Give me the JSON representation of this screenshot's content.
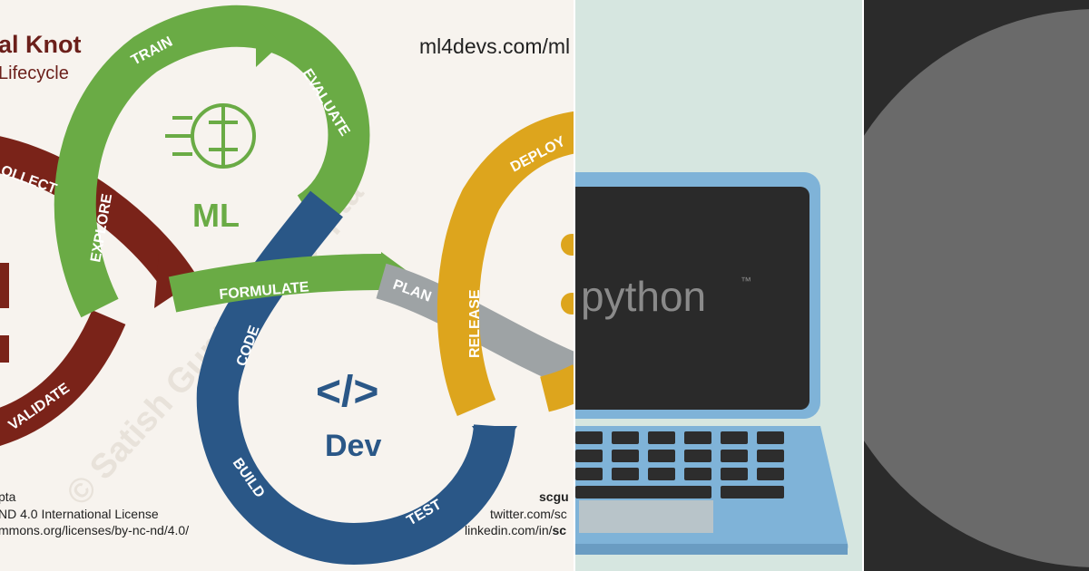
{
  "left_panel": {
    "title": "al Knot",
    "subtitle": "Lifecycle",
    "site_url": "ml4devs.com/ml",
    "watermark": "© Satish Gupta @scgupta",
    "ml_label": "ML",
    "dev_label": "Dev",
    "dev_icon_glyph": "</>",
    "loop_labels": {
      "train": "TRAIN",
      "evaluate": "EVALUATE",
      "explore": "EXPLORE",
      "collect": "OLLECT",
      "validate": "VALIDATE",
      "formulate": "FORMULATE",
      "plan": "PLAN",
      "code": "CODE",
      "build": "BUILD",
      "test": "TEST",
      "release": "RELEASE",
      "deploy": "DEPLOY"
    },
    "license_lines": [
      "pta",
      "ND 4.0 International License",
      "mmons.org/licenses/by-nc-nd/4.0/"
    ],
    "social": {
      "handle": "scgu",
      "twitter": "twitter.com/sc",
      "linkedin_prefix": "linkedin.com/in/",
      "linkedin_bold": "sc"
    },
    "colors": {
      "ml_green": "#6aab45",
      "dev_blue": "#2a5787",
      "ops_yellow": "#dda51d",
      "data_red": "#7a2319",
      "plan_gray": "#9ea3a5"
    }
  },
  "middle_panel": {
    "screen_brand": "python",
    "trademark": "™",
    "colors": {
      "background": "#d6e6e0",
      "laptop_body": "#7fb3d8",
      "screen": "#2a2a2a",
      "keys": "#2d2d2d"
    }
  },
  "right_panel": {
    "colors": {
      "background": "#2b2b2b",
      "circle": "#6a6a6a"
    }
  }
}
